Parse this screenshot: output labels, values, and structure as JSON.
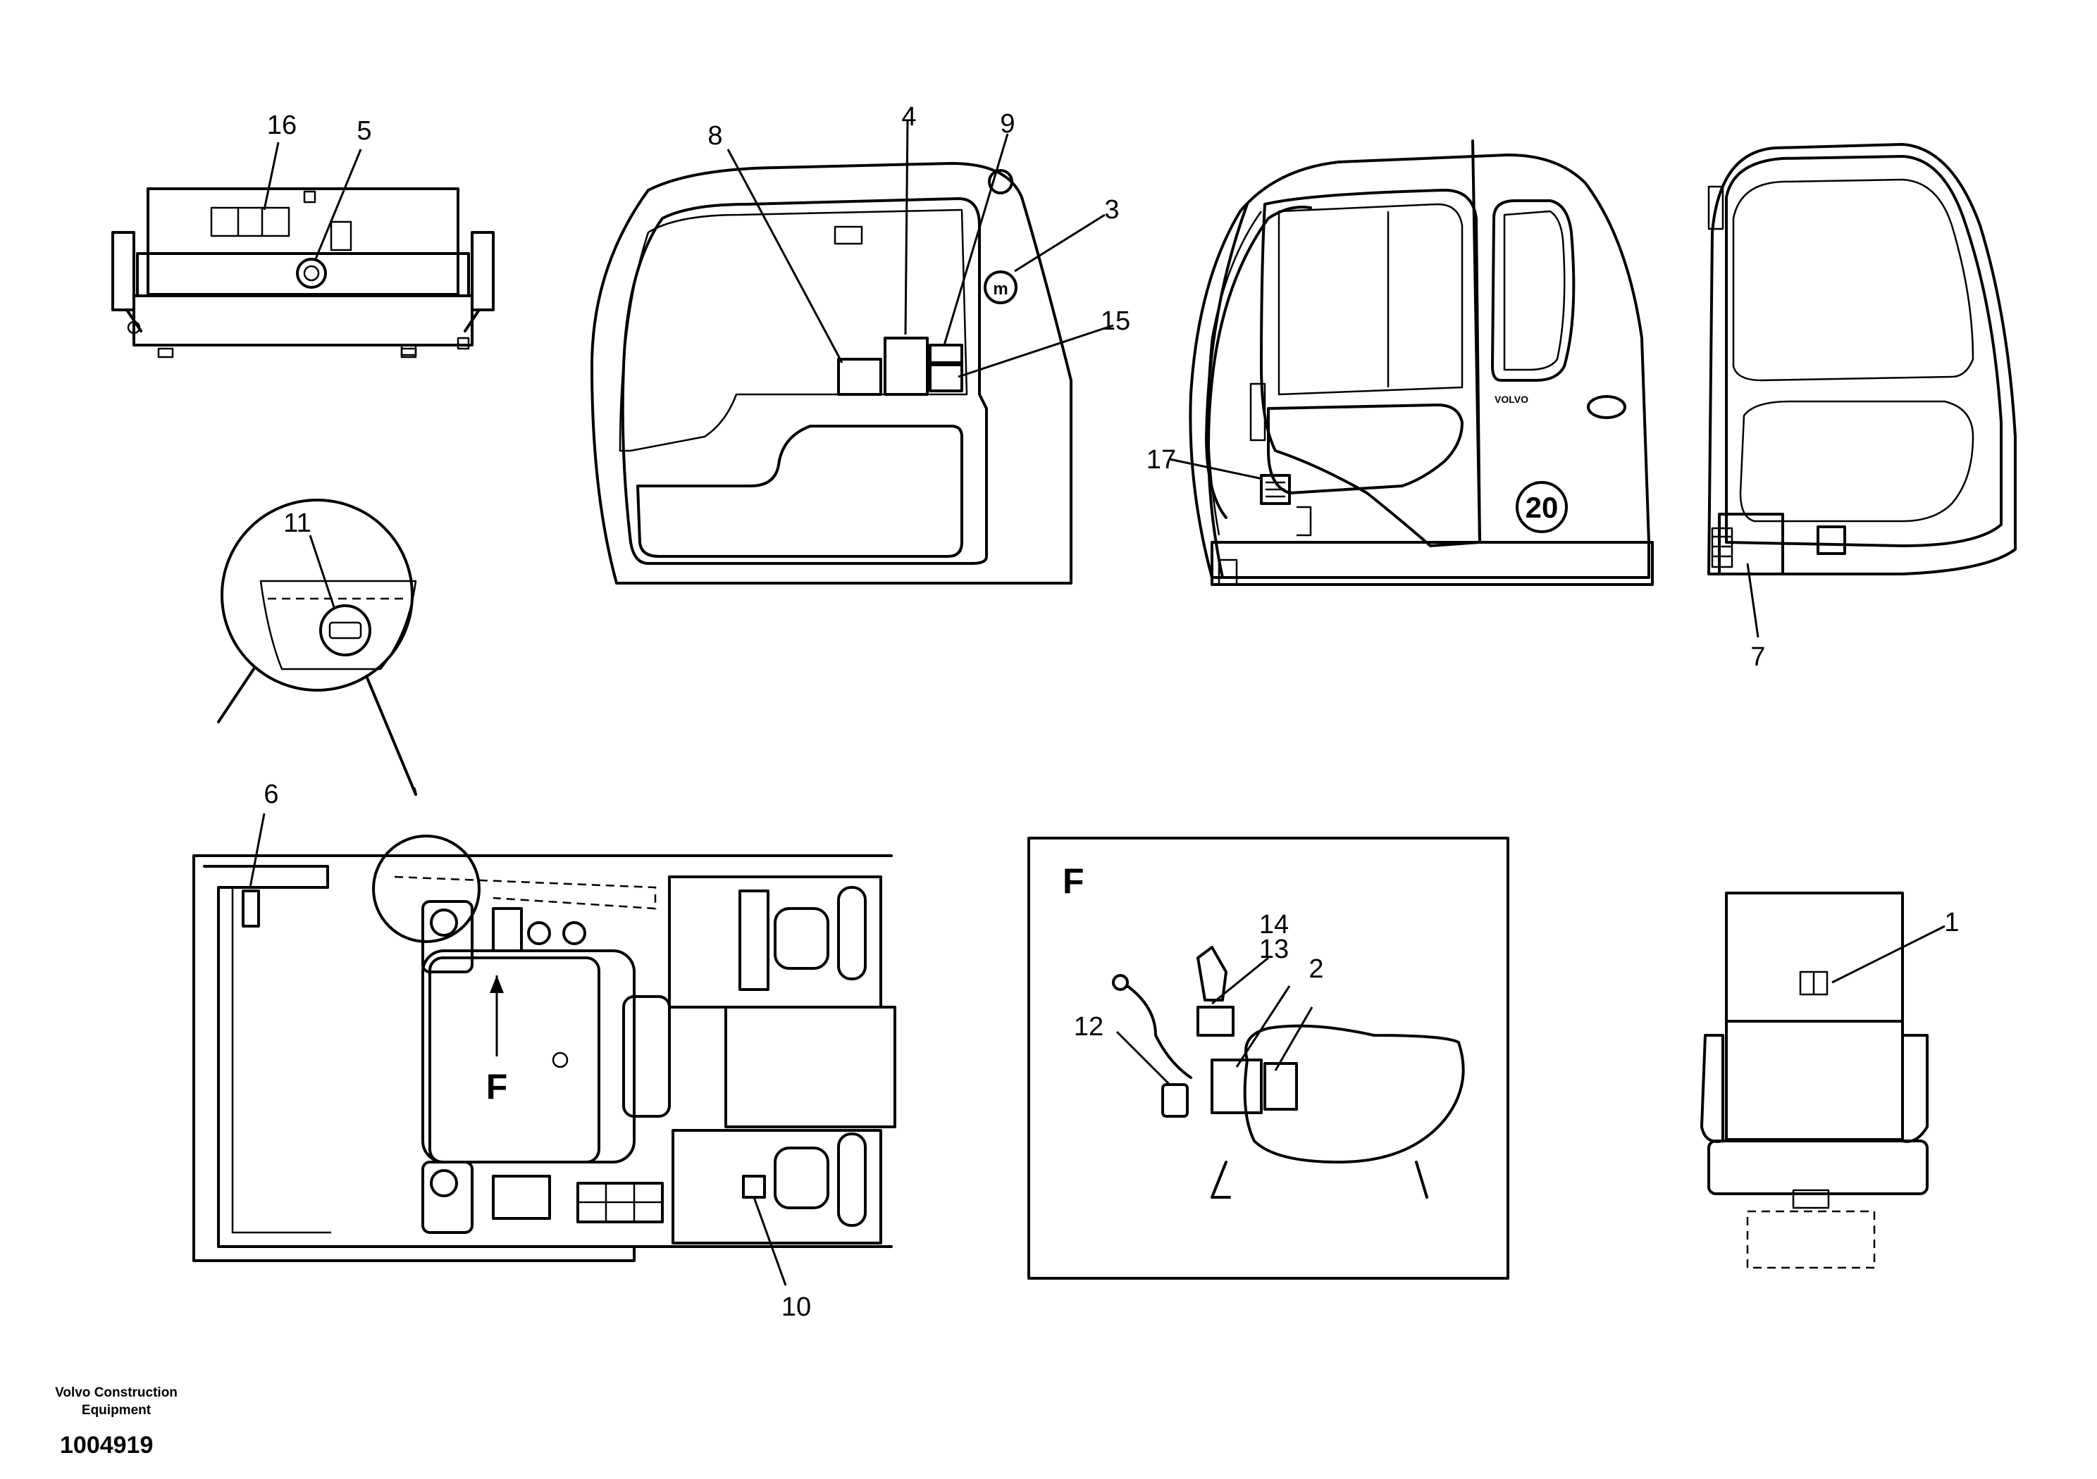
{
  "callouts": [
    {
      "id": "c1",
      "text": "1"
    },
    {
      "id": "c2",
      "text": "2"
    },
    {
      "id": "c3",
      "text": "3"
    },
    {
      "id": "c4",
      "text": "4"
    },
    {
      "id": "c5",
      "text": "5"
    },
    {
      "id": "c6",
      "text": "6"
    },
    {
      "id": "c7",
      "text": "7"
    },
    {
      "id": "c8",
      "text": "8"
    },
    {
      "id": "c9",
      "text": "9"
    },
    {
      "id": "c10",
      "text": "10"
    },
    {
      "id": "c11",
      "text": "11"
    },
    {
      "id": "c12",
      "text": "12"
    },
    {
      "id": "c13",
      "text": "13"
    },
    {
      "id": "c14",
      "text": "14"
    },
    {
      "id": "c15",
      "text": "15"
    },
    {
      "id": "c16",
      "text": "16"
    },
    {
      "id": "c17",
      "text": "17"
    }
  ],
  "view_marker": "F",
  "detail_title": "F",
  "cab_badge": "20",
  "cab_brand": "VOLVO",
  "footer": {
    "company": "Volvo Construction Equipment",
    "doc_number": "1004919"
  }
}
